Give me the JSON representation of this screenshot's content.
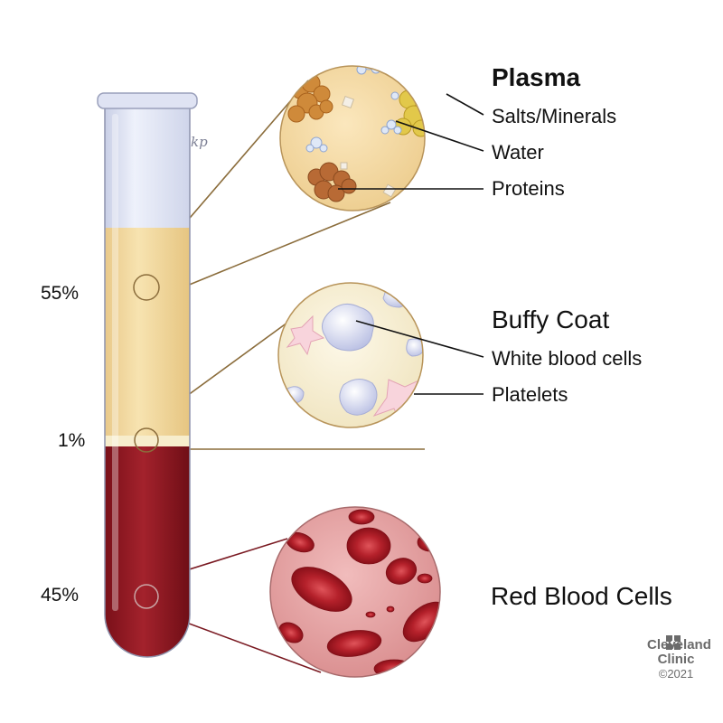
{
  "layers": [
    {
      "key": "plasma",
      "percent": "55%"
    },
    {
      "key": "buffy",
      "percent": "1%"
    },
    {
      "key": "rbc",
      "percent": "45%"
    }
  ],
  "callouts": {
    "plasma": {
      "title": "Plasma",
      "items": [
        "Salts/Minerals",
        "Water",
        "Proteins"
      ]
    },
    "buffy": {
      "title": "Buffy Coat",
      "items": [
        "White blood cells",
        "Platelets"
      ]
    },
    "rbc": {
      "title": "Red Blood Cells"
    }
  },
  "tube_signature": "kp",
  "brand": {
    "name_line1": "Cleveland",
    "name_line2": "Clinic",
    "copyright": "©2021"
  },
  "colors": {
    "plasma": "#f3d99c",
    "buffy": "#f6ecc8",
    "red_cells": "#9b1b24",
    "tube_empty": "#e4e8f6",
    "connector": "#8b6d3c"
  }
}
